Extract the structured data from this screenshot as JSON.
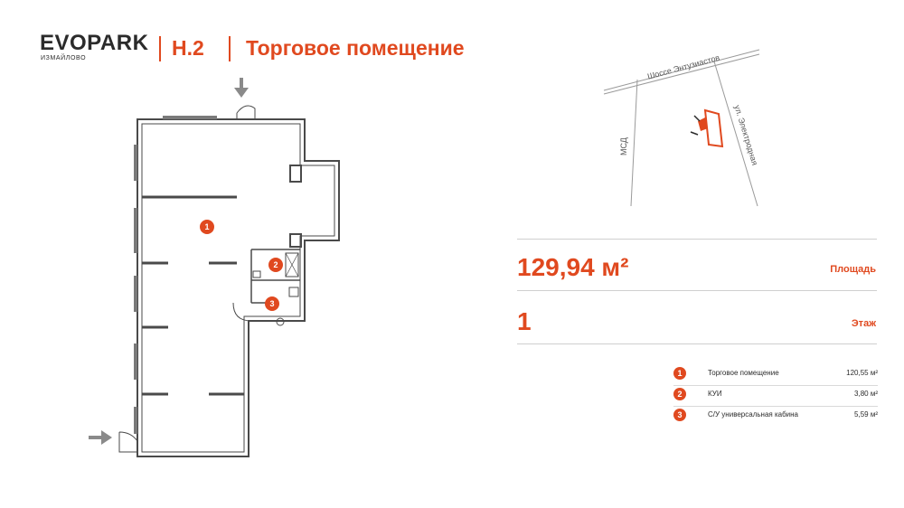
{
  "brand": {
    "logo_text": "EVOPARK",
    "logo_sub": "ИЗМАЙЛОВО"
  },
  "header": {
    "code": "Н.2",
    "title": "Торговое помещение"
  },
  "area": {
    "value": "129,94 м²",
    "label": "Площадь"
  },
  "floor": {
    "value": "1",
    "label": "Этаж"
  },
  "rooms": [
    {
      "num": "1",
      "name": "Торговое помещение",
      "area": "120,55 м²"
    },
    {
      "num": "2",
      "name": "КУИ",
      "area": "3,80 м²"
    },
    {
      "num": "3",
      "name": "С/У универсальная кабина",
      "area": "5,59 м²"
    }
  ],
  "map": {
    "street_top": "Шоссе Энтузиастов",
    "street_left": "МСД",
    "street_right": "ул. Электродная"
  },
  "colors": {
    "accent": "#e0491f",
    "text": "#2b2b2b",
    "walls": "#4a4a4a"
  },
  "icons": [
    "entrance-arrow-icon",
    "room-marker"
  ]
}
